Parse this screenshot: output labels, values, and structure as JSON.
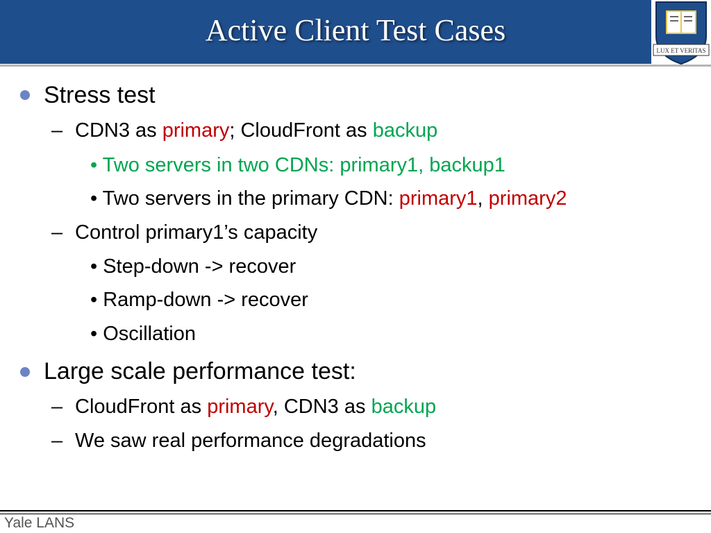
{
  "slide": {
    "title": "Active Client Test Cases",
    "footer": "Yale LANS",
    "logo_motto": "LUX ET VERITAS"
  },
  "colors": {
    "header_bg": "#1f4e8c",
    "bullet": "#6b85c3",
    "red_highlight": "#c00000",
    "green_highlight": "#00a550"
  },
  "bullets": {
    "stress_test": "Stress test",
    "cdn3_line": {
      "pre": "CDN3 as ",
      "primary": "primary",
      "mid": "; CloudFront as ",
      "backup": "backup"
    },
    "two_servers_two_cdns": "• Two servers in two CDNs: primary1, backup1",
    "two_servers_primary": {
      "pre": "• Two servers in the primary CDN: ",
      "primary1": "primary1",
      "sep": ", ",
      "primary2": "primary2"
    },
    "control_capacity": "Control primary1’s capacity",
    "step_down": "• Step-down -> recover",
    "ramp_down": "• Ramp-down -> recover",
    "oscillation": "• Oscillation",
    "large_scale": "Large scale performance test:",
    "cloudfront_line": {
      "pre": "CloudFront as ",
      "primary": "primary",
      "mid": ", CDN3 as ",
      "backup": "backup"
    },
    "degradations": "We saw real performance degradations",
    "dash": "–"
  }
}
